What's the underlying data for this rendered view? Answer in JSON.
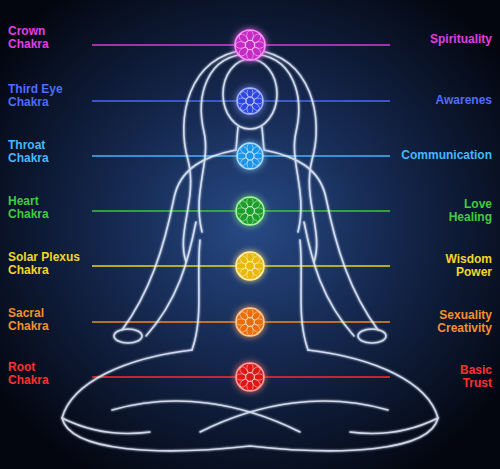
{
  "diagram": {
    "labels": [
      "Crown Chakra",
      "Spirituality",
      "Third Eye Chakra",
      "Awarenes",
      "Throat Chakra",
      "Communication",
      "Heart Chakra",
      "Love Healing",
      "Solar Plexus Chakra",
      "Wisdom Power",
      "Sacral Chakra",
      "Sexuality Creativity",
      "Root Chakra",
      "Basic Trust"
    ]
  }
}
